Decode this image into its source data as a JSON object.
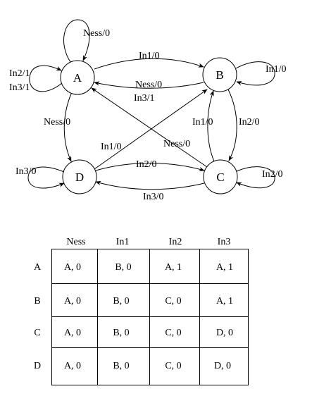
{
  "states": [
    {
      "id": "A",
      "label": "A"
    },
    {
      "id": "B",
      "label": "B"
    },
    {
      "id": "C",
      "label": "C"
    },
    {
      "id": "D",
      "label": "D"
    }
  ],
  "transitions": [
    {
      "id": "A-A-ness",
      "from": "A",
      "to": "A",
      "label": "Ness/0"
    },
    {
      "id": "A-A-in23",
      "from": "A",
      "to": "A",
      "label_lines": [
        "In2/1",
        "In3/1"
      ]
    },
    {
      "id": "A-B",
      "from": "A",
      "to": "B",
      "label": "In1/0"
    },
    {
      "id": "B-A",
      "from": "B",
      "to": "A",
      "label_lines": [
        "Ness/0",
        "In3/1"
      ]
    },
    {
      "id": "B-B",
      "from": "B",
      "to": "B",
      "label": "In1/0"
    },
    {
      "id": "A-D",
      "from": "A",
      "to": "D",
      "label": "Ness/0"
    },
    {
      "id": "D-B",
      "from": "D",
      "to": "B",
      "label": "In1/0"
    },
    {
      "id": "C-A",
      "from": "C",
      "to": "A",
      "label": "Ness/0"
    },
    {
      "id": "C-B",
      "from": "C",
      "to": "B",
      "label": "In1/0"
    },
    {
      "id": "B-C",
      "from": "B",
      "to": "C",
      "label": "In2/0"
    },
    {
      "id": "D-D",
      "from": "D",
      "to": "D",
      "label": "In3/0"
    },
    {
      "id": "D-C",
      "from": "D",
      "to": "C",
      "label": "In2/0"
    },
    {
      "id": "C-D",
      "from": "C",
      "to": "D",
      "label": "In3/0"
    },
    {
      "id": "C-C",
      "from": "C",
      "to": "C",
      "label": "In2/0"
    }
  ],
  "table": {
    "columns": [
      "Ness",
      "In1",
      "In2",
      "In3"
    ],
    "rows": [
      {
        "state": "A",
        "cells": [
          "A, 0",
          "B, 0",
          "A, 1",
          "A, 1"
        ]
      },
      {
        "state": "B",
        "cells": [
          "A, 0",
          "B, 0",
          "C, 0",
          "A, 1"
        ]
      },
      {
        "state": "C",
        "cells": [
          "A, 0",
          "B, 0",
          "C, 0",
          "D, 0"
        ]
      },
      {
        "state": "D",
        "cells": [
          "A, 0",
          "B, 0",
          "C, 0",
          "D, 0"
        ]
      }
    ]
  }
}
